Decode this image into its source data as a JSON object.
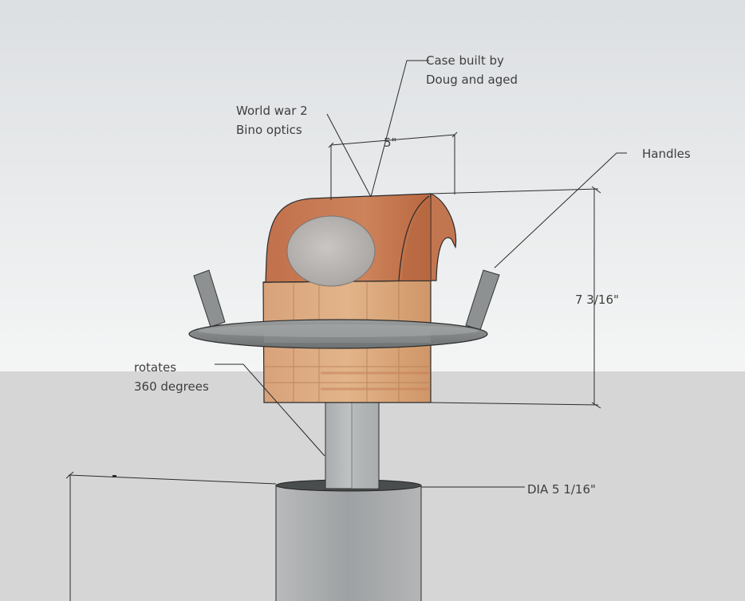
{
  "annotations": {
    "case": {
      "line1": "Case built by",
      "line2": "Doug and aged"
    },
    "optics": {
      "line1": "World war 2",
      "line2": "Bino optics"
    },
    "handles": "Handles",
    "rotates": {
      "line1": "rotates",
      "line2": "360 degrees"
    }
  },
  "dimensions": {
    "width": "5\"",
    "height": "7 3/16\"",
    "diameter": "DIA 5 1/16\""
  },
  "colors": {
    "sky_top": "#dcdfe2",
    "sky_bottom": "#f4f5f5",
    "ground": "#d6d6d6",
    "wood": "#c97f58",
    "wood_light": "#d9a878",
    "metal": "#a6a9ab",
    "ring": "#8b8e8e",
    "lens": "#b9b6b3"
  }
}
